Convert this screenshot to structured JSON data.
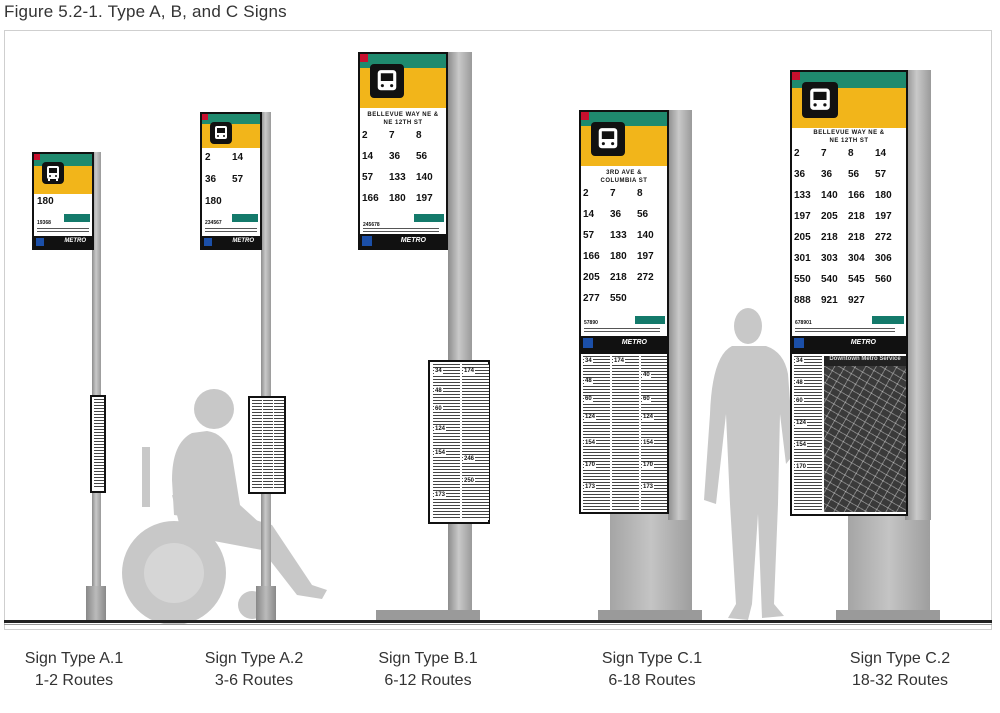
{
  "figure_title": "Figure 5.2-1.  Type A, B, and C Signs",
  "captions": [
    {
      "name": "Sign Type A.1",
      "routes": "1-2 Routes"
    },
    {
      "name": "Sign Type A.2",
      "routes": "3-6 Routes"
    },
    {
      "name": "Sign Type B.1",
      "routes": "6-12 Routes"
    },
    {
      "name": "Sign Type C.1",
      "routes": "6-18 Routes"
    },
    {
      "name": "Sign Type C.2",
      "routes": "18-32 Routes"
    }
  ],
  "signs": {
    "b1": {
      "stop_name_1": "BELLEVUE WAY NE &",
      "stop_name_2": "NE 12TH ST",
      "stop_id": "245678"
    },
    "c1": {
      "stop_name_1": "3RD AVE &",
      "stop_name_2": "COLUMBIA ST",
      "stop_id": "57890"
    },
    "c2": {
      "stop_name_1": "BELLEVUE WAY NE &",
      "stop_name_2": "NE 12TH ST",
      "stop_id": "678901"
    },
    "a1": {
      "stop_id": "19368"
    },
    "a2": {
      "stop_id": "234567"
    }
  },
  "routes": {
    "a1": [
      "180"
    ],
    "a2": [
      "2",
      "14",
      "36",
      "57",
      "180"
    ],
    "b1": [
      "2",
      "7",
      "8",
      "14",
      "36",
      "56",
      "57",
      "133",
      "140",
      "166",
      "180",
      "197"
    ],
    "c1": [
      "2",
      "7",
      "8",
      "14",
      "36",
      "56",
      "57",
      "133",
      "140",
      "166",
      "180",
      "197",
      "205",
      "218",
      "272",
      "277",
      "550"
    ],
    "c2": [
      "2",
      "7",
      "8",
      "14",
      "36",
      "36",
      "56",
      "57",
      "133",
      "140",
      "166",
      "180",
      "197",
      "205",
      "218",
      "197",
      "205",
      "218",
      "218",
      "272",
      "301",
      "303",
      "304",
      "306",
      "550",
      "540",
      "545",
      "560",
      "888",
      "921",
      "927"
    ]
  },
  "schedule_routes": {
    "b1_left": [
      "34",
      "48",
      "60",
      "124",
      "154",
      "173"
    ],
    "b1_right": [
      "174",
      "246",
      "250"
    ],
    "c1_col1": [
      "34",
      "48",
      "60",
      "124",
      "154",
      "170",
      "173"
    ],
    "c1_col2": [
      "174"
    ],
    "c1_col3": [
      "40",
      "60",
      "124",
      "154",
      "170",
      "173"
    ],
    "c2_col1": [
      "34",
      "48",
      "60",
      "124",
      "154",
      "170"
    ]
  },
  "brand": {
    "metro": "METRO",
    "map_title": "Downtown Metro Service"
  },
  "colors": {
    "green": "#1f8a6e",
    "yellow": "#f2b51a",
    "red": "#c8102e",
    "teal": "#147a6b",
    "accessible_blue": "#1b4fa8",
    "silhouette": "#c8c8c8"
  },
  "icons": [
    "bus-icon",
    "wheelchair-icon",
    "info-icon"
  ]
}
